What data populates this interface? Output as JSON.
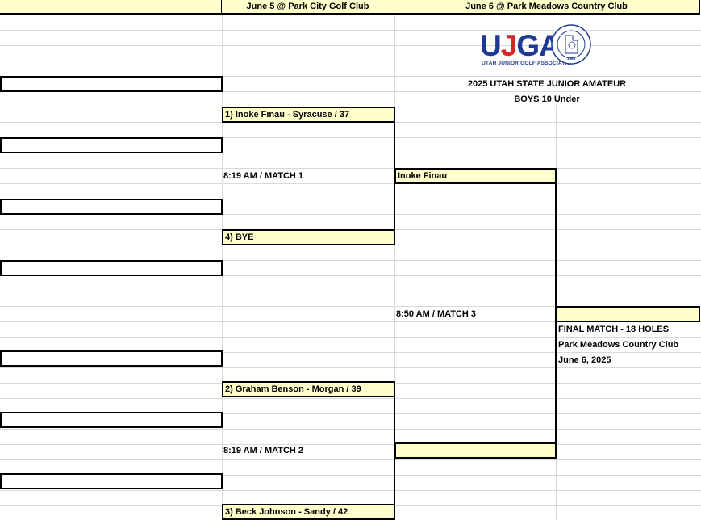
{
  "headers": {
    "round1": "June 5 @ Park City Golf Club",
    "round2": "June 6 @ Park Meadows Country Club"
  },
  "logo": {
    "word_u": "U",
    "word_j": "J",
    "word_ga": "GA",
    "tagline": "UTAH JUNIOR GOLF ASSOCIATION",
    "seal_year": "1984"
  },
  "event": {
    "title": "2025 UTAH STATE JUNIOR AMATEUR",
    "division": "BOYS 10 Under"
  },
  "round1": {
    "players": [
      "1) Inoke Finau - Syracuse / 37",
      "4) BYE",
      "2) Graham Benson - Morgan / 39",
      "3) Beck Johnson - Sandy / 42"
    ],
    "match1_label": "8:19 AM / MATCH 1",
    "match2_label": "8:19 AM / MATCH 2"
  },
  "round2": {
    "winner1": "Inoke Finau",
    "winner2": "",
    "match3_label": "8:50 AM / MATCH 3"
  },
  "final": {
    "winner": "",
    "title": "FINAL MATCH - 18 HOLES",
    "venue": "Park Meadows Country Club",
    "date": "June 6, 2025"
  },
  "colors": {
    "cell_highlight": "#ffffcc",
    "gridline": "#d9d9d9",
    "logo_blue": "#1f3a93",
    "logo_red": "#d62828"
  }
}
